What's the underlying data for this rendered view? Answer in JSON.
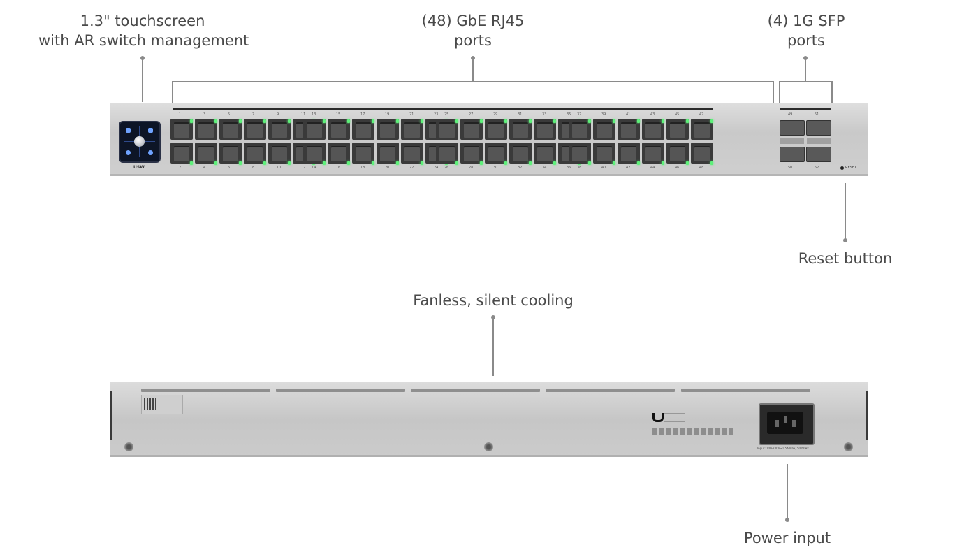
{
  "callouts": {
    "touchscreen": {
      "line1": "1.3\" touchscreen",
      "line2": "with AR switch management"
    },
    "rj45": {
      "line1": "(48) GbE RJ45",
      "line2": "ports"
    },
    "sfp": {
      "line1": "(4) 1G SFP",
      "line2": "ports"
    },
    "reset": {
      "label": "Reset button"
    },
    "fanless": {
      "label": "Fanless, silent cooling"
    },
    "power": {
      "label": "Power input"
    }
  },
  "front_panel": {
    "model_label": "USW",
    "reset_label": "RESET",
    "port_numbers_top": [
      "1",
      "3",
      "5",
      "7",
      "9",
      "11",
      "13",
      "15",
      "17",
      "19",
      "21",
      "23",
      "25",
      "27",
      "29",
      "31",
      "33",
      "35",
      "37",
      "39",
      "41",
      "43",
      "45",
      "47"
    ],
    "port_numbers_bottom": [
      "2",
      "4",
      "6",
      "8",
      "10",
      "12",
      "14",
      "16",
      "18",
      "20",
      "22",
      "24",
      "26",
      "28",
      "30",
      "32",
      "34",
      "36",
      "38",
      "40",
      "42",
      "44",
      "46",
      "48"
    ],
    "sfp_numbers_top": [
      "49",
      "51"
    ],
    "sfp_numbers_bottom": [
      "50",
      "52"
    ]
  },
  "back_panel": {
    "power_rating": "Input: 100-240V~1.5A Max, 50/60Hz"
  },
  "colors": {
    "link_led": "#5ef07a",
    "callout_line": "#8a8a8a"
  }
}
